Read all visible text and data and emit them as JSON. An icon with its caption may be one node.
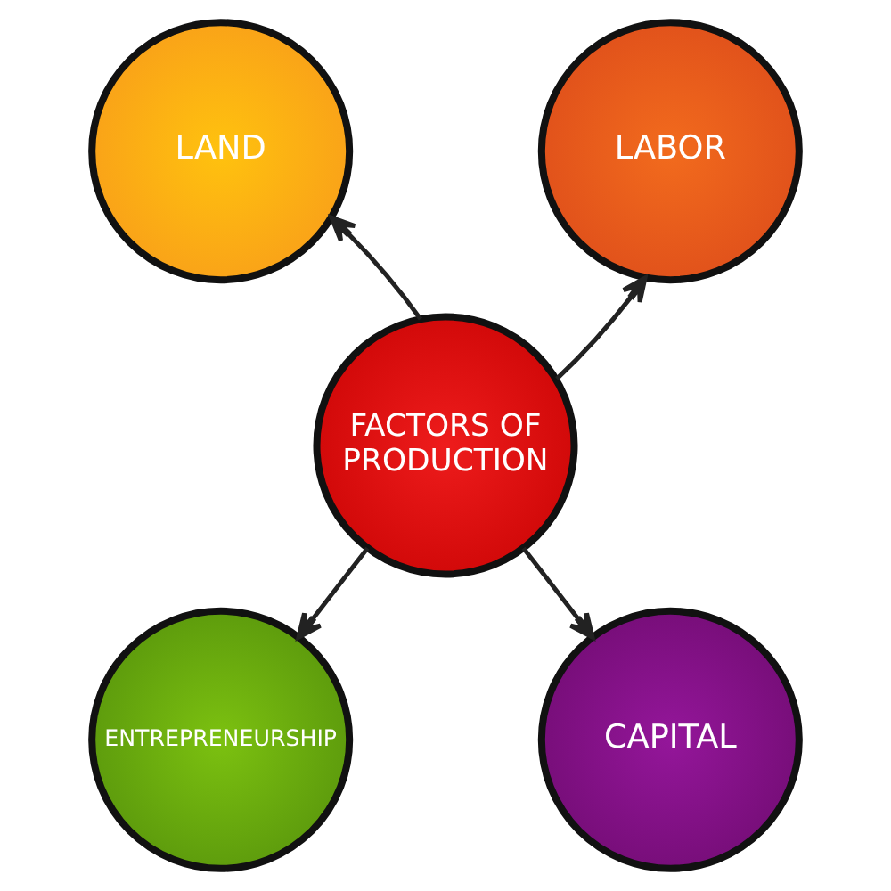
{
  "diagram": {
    "nodes": [
      {
        "text": [
          "LAND"
        ]
      },
      {
        "text": [
          "LABOR"
        ]
      },
      {
        "text": [
          "FACTORS OF PRODUCTION"
        ]
      },
      {
        "text": [
          "ENTREPRENEURSHIP"
        ]
      },
      {
        "text": [
          "CAPITAL"
        ]
      }
    ],
    "edges": [
      {
        "from": 2,
        "to": 0,
        "arrow": "to"
      },
      {
        "from": 2,
        "to": 1,
        "arrow": "to"
      },
      {
        "from": 2,
        "to": 3,
        "arrow": "to"
      },
      {
        "from": 2,
        "to": 4,
        "arrow": "to"
      }
    ]
  }
}
